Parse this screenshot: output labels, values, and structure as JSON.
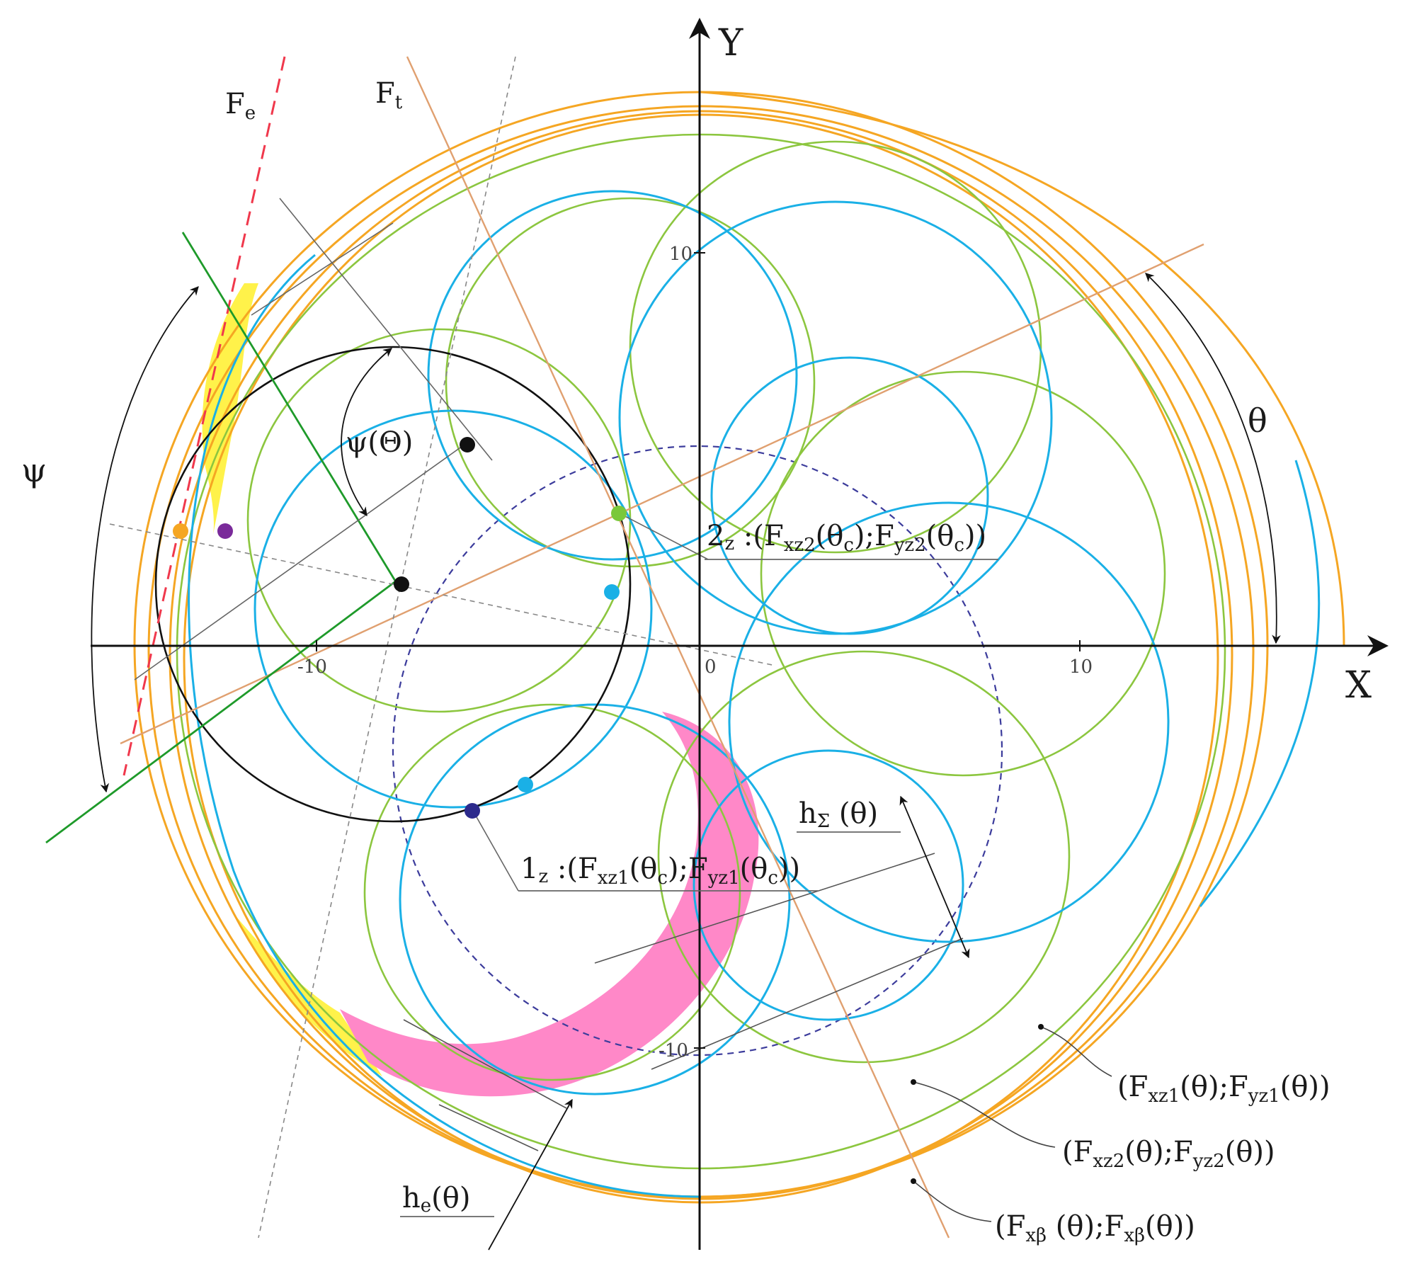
{
  "axes": {
    "x_title": "X",
    "y_title": "Y",
    "ticks": {
      "x_neg": "-10",
      "x_zero": "0",
      "x_pos": "10",
      "y_pos": "10",
      "y_neg": "-10"
    }
  },
  "line_labels": {
    "fe": {
      "main": "F",
      "sub": "e"
    },
    "ft": {
      "main": "F",
      "sub": "t"
    }
  },
  "angles": {
    "psi": "ψ",
    "psi_theta": "ψ(Θ)",
    "theta": "θ"
  },
  "heights": {
    "h_sigma": {
      "main": "h",
      "sub": "Σ",
      "arg": " (θ)"
    },
    "h_e": {
      "main": "h",
      "sub": "e",
      "arg": "(θ)"
    }
  },
  "point_labels": {
    "p1": {
      "prefix": "1",
      "prefix_sub": "z",
      "sep": " :(F",
      "a_sub": "xz1",
      "a_arg": "(θ",
      "c": "c",
      "mid": ");F",
      "b_sub": "yz1",
      "b_arg": "(θ",
      "end": "))"
    },
    "p2": {
      "prefix": "2",
      "prefix_sub": "z",
      "sep": " :(F",
      "a_sub": "xz2",
      "a_arg": "(θ",
      "c": "c",
      "mid": ");F",
      "b_sub": "yz2",
      "b_arg": "(θ",
      "end": "))"
    }
  },
  "curve_legend": [
    {
      "open": "(F",
      "a_sub": "xz1",
      "mid": "(θ);F",
      "b_sub": "yz1",
      "end": "(θ))"
    },
    {
      "open": "(F",
      "a_sub": "xz2",
      "mid": "(θ);F",
      "b_sub": "yz2",
      "end": "(θ))"
    },
    {
      "open": "(F",
      "a_sub": "xβ",
      "mid": " (θ);F",
      "b_sub": "xβ",
      "end": "(θ))"
    }
  ],
  "colors": {
    "orange": "#f5a623",
    "blue": "#1ab0e6",
    "green": "#8cc63f",
    "dark_green": "#1e9a2a",
    "red_dashed": "#f0384c",
    "purple_dashed": "#3c3c9c",
    "tan": "#e0a070",
    "yellow_fill": "#fff24a",
    "pink_fill": "#ff88c8",
    "black": "#111111",
    "gray": "#888888"
  },
  "markers": [
    {
      "name": "orange-point",
      "color": "#f5a623"
    },
    {
      "name": "purple-point",
      "color": "#7a2a9a"
    },
    {
      "name": "black-point-upper",
      "color": "#111111"
    },
    {
      "name": "black-point-center",
      "color": "#111111"
    },
    {
      "name": "green-point",
      "color": "#7ac83a"
    },
    {
      "name": "blue-point-right",
      "color": "#1ab0e6"
    },
    {
      "name": "blue-point-lower",
      "color": "#1ab0e6"
    },
    {
      "name": "navy-point",
      "color": "#2c2a8c"
    }
  ]
}
